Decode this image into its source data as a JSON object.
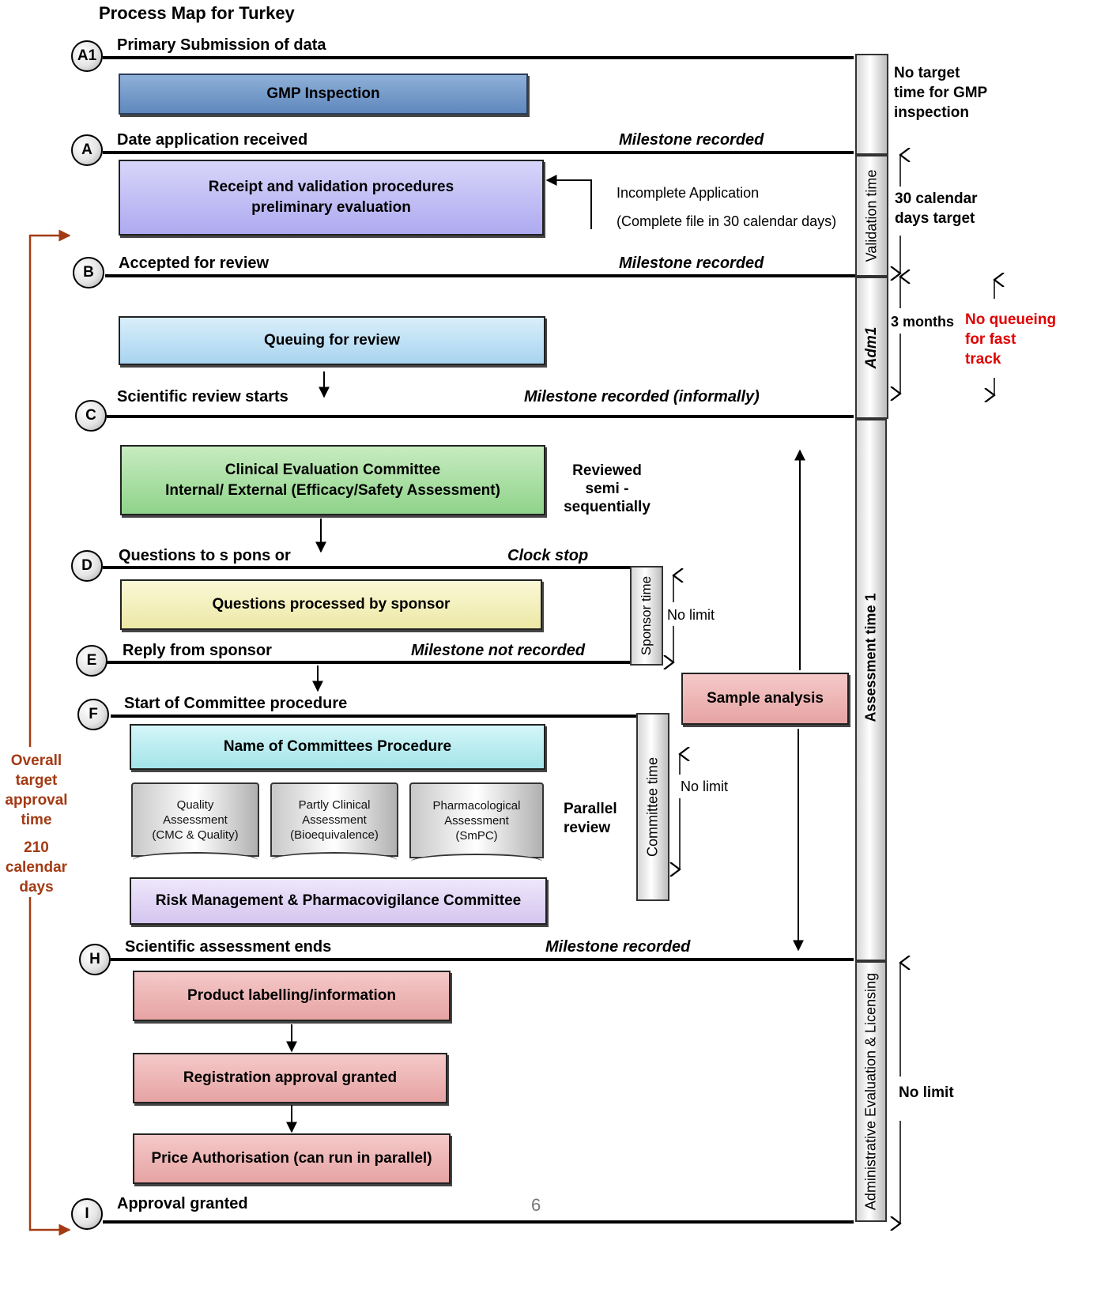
{
  "title": "Process Map for Turkey",
  "milestones": {
    "A1": {
      "code": "A1",
      "label": "Primary Submission of data"
    },
    "A": {
      "code": "A",
      "label": "Date application received",
      "note": "Milestone recorded"
    },
    "B": {
      "code": "B",
      "label": "Accepted for review",
      "note": "Milestone recorded"
    },
    "C": {
      "code": "C",
      "label": "Scientific review starts",
      "note": "Milestone recorded (informally)"
    },
    "D": {
      "code": "D",
      "label": "Questions to s pons or",
      "note": "Clock stop"
    },
    "E": {
      "code": "E",
      "label": "Reply from sponsor",
      "note": "Milestone not recorded"
    },
    "F": {
      "code": "F",
      "label": "Start of Committee procedure"
    },
    "H": {
      "code": "H",
      "label": "Scientific assessment ends",
      "note": "Milestone recorded"
    },
    "I": {
      "code": "I",
      "label": "Approval granted"
    }
  },
  "boxes": {
    "gmp": "GMP Inspection",
    "receipt_1": "Receipt and validation procedures",
    "receipt_2": "preliminary evaluation",
    "queuing": "Queuing for review",
    "clinical_1": "Clinical Evaluation Committee",
    "clinical_2": "Internal/ External (Efficacy/Safety Assessment)",
    "questions": "Questions processed by sponsor",
    "committees": "Name of Committees Procedure",
    "risk": "Risk Management & Pharmacovigilance Committee",
    "sample": "Sample analysis",
    "labelling": "Product labelling/information",
    "registration": "Registration approval granted",
    "price": "Price Authorisation (can run in parallel)"
  },
  "documents": {
    "quality": [
      "Quality",
      "Assessment",
      "(CMC & Quality)"
    ],
    "clinical": [
      "Partly Clinical",
      "Assessment",
      "(Bioequivalence)"
    ],
    "pharma": [
      "Pharmacological",
      "Assessment",
      "(SmPC)"
    ]
  },
  "notes": {
    "incomplete_1": "Incomplete Application",
    "incomplete_2": "(Complete file in 30 calendar days)",
    "reviewed_1": "Reviewed",
    "reviewed_2": "semi -",
    "reviewed_3": "sequentially",
    "parallel_1": "Parallel",
    "parallel_2": "review",
    "no_target_1": "No target",
    "no_target_2": "time for GMP",
    "no_target_3": "inspection",
    "thirty_1": "30 calendar",
    "thirty_2": "days target",
    "three_months": "3 months",
    "no_queue_1": "No queueing",
    "no_queue_2": "for fast",
    "no_queue_3": "track",
    "sponsor_no_limit": "No limit",
    "committee_no_limit": "No limit",
    "admin_no_limit": "No limit",
    "overall_1": "Overall",
    "overall_2": "target",
    "overall_3": "approval",
    "overall_4": "time",
    "overall_5": "210",
    "overall_6": "calendar",
    "overall_7": "days"
  },
  "bars": {
    "validation": "Validation time",
    "adm1": "Adm1",
    "assessment": "Assessment time 1",
    "admin": "Administrative Evaluation & Licensing",
    "sponsor": "Sponsor time",
    "committee": "Committee time"
  },
  "page_number": "6",
  "colors": {
    "red_note": "#e00000",
    "overall_arrow": "#a33a14"
  }
}
